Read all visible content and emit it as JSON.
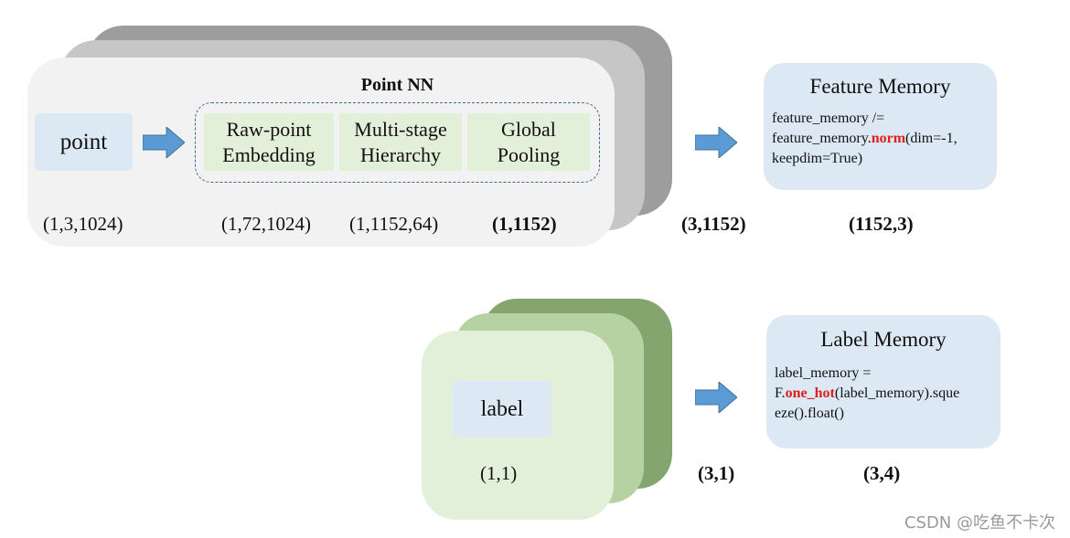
{
  "point_branch": {
    "input_label": "point",
    "input_dim": "(1,3,1024)",
    "module_title": "Point NN",
    "stages": [
      {
        "line1": "Raw-point",
        "line2": "Embedding",
        "dim": "(1,72,1024)"
      },
      {
        "line1": "Multi-stage",
        "line2": "Hierarchy",
        "dim": "(1,1152,64)"
      },
      {
        "line1": "Global",
        "line2": "Pooling",
        "dim": "(1,1152)"
      }
    ],
    "stacked_dim": "(3,1152)"
  },
  "feature_memory": {
    "title": "Feature Memory",
    "code": {
      "line1": "feature_memory /=",
      "line2_pre": "feature_memory.",
      "line2_fn": "norm",
      "line2_post": "(dim=-1,",
      "line3": "keepdim=True)"
    },
    "dim": "(1152,3)"
  },
  "label_branch": {
    "input_label": "label",
    "input_dim": "(1,1)",
    "stacked_dim": "(3,1)"
  },
  "label_memory": {
    "title": "Label Memory",
    "code": {
      "line1": "label_memory =",
      "line2_pre": "F.",
      "line2_fn": "one_hot",
      "line2_post": "(label_memory).sque",
      "line3": "eze().float()"
    },
    "dim": "(3,4)"
  },
  "watermark": "CSDN @吃鱼不卡次",
  "colors": {
    "arrow": "#5b9bd5",
    "highlight": "#e0201b",
    "memory_box": "#dde8f5",
    "stage_fill": "#e2efd9",
    "label_stack": [
      "#84a66e",
      "#b6d2a3",
      "#e2efd9"
    ],
    "point_stack": [
      "#9d9d9d",
      "#c6c6c6",
      "#f2f2f2"
    ]
  }
}
